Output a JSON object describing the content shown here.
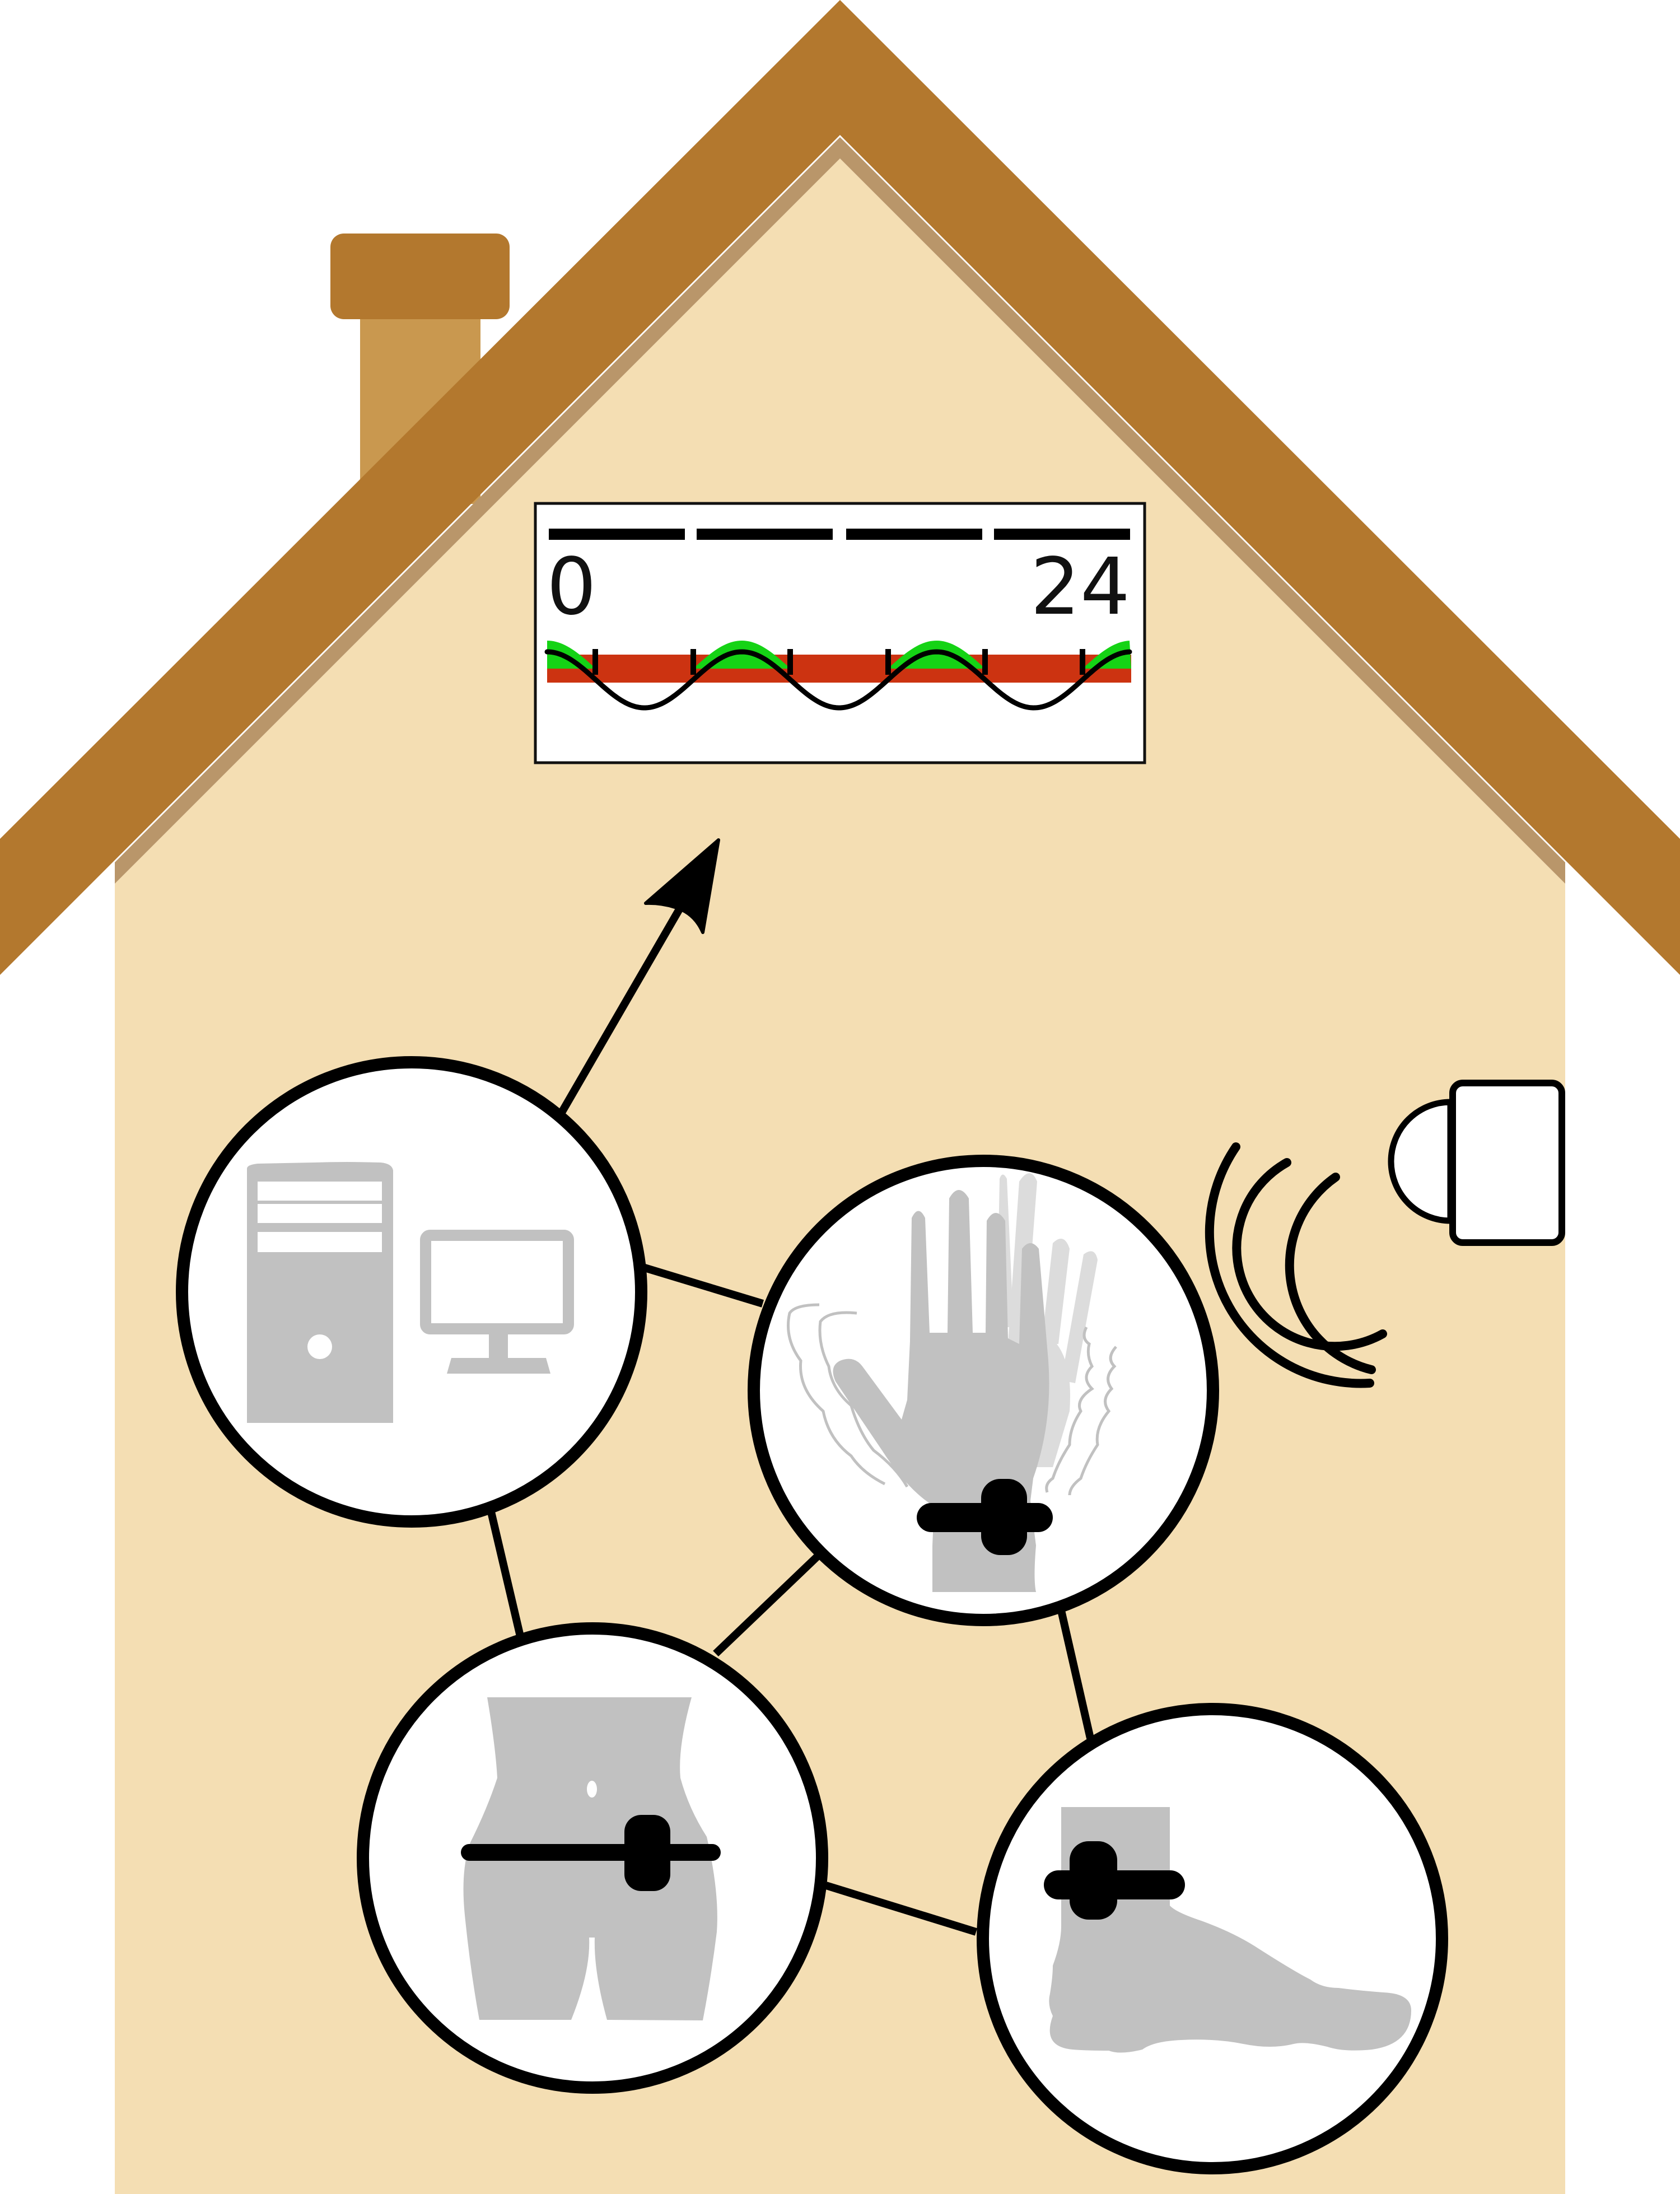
{
  "colors": {
    "roof": "#b3782e",
    "roof_inner": "#b9966a",
    "wall": "#f4deb3",
    "chimney_cap": "#b3782e",
    "chimney_body": "#c9984f",
    "body_gray": "#c1c1c1",
    "ink": "#000000",
    "active": "#15d315",
    "rest": "#cc3311"
  },
  "timeline": {
    "start_label": "0",
    "end_label": "24"
  },
  "nodes": [
    {
      "id": "computer",
      "icons": [
        "computer-tower-icon",
        "monitor-icon"
      ]
    },
    {
      "id": "wrist",
      "icons": [
        "tremor-hand-icon",
        "wrist-sensor-icon"
      ]
    },
    {
      "id": "waist",
      "icons": [
        "torso-icon",
        "waist-sensor-icon"
      ]
    },
    {
      "id": "ankle",
      "icons": [
        "foot-icon",
        "ankle-sensor-icon"
      ]
    }
  ],
  "wireless": {
    "icon": "wireless-access-point-icon"
  }
}
